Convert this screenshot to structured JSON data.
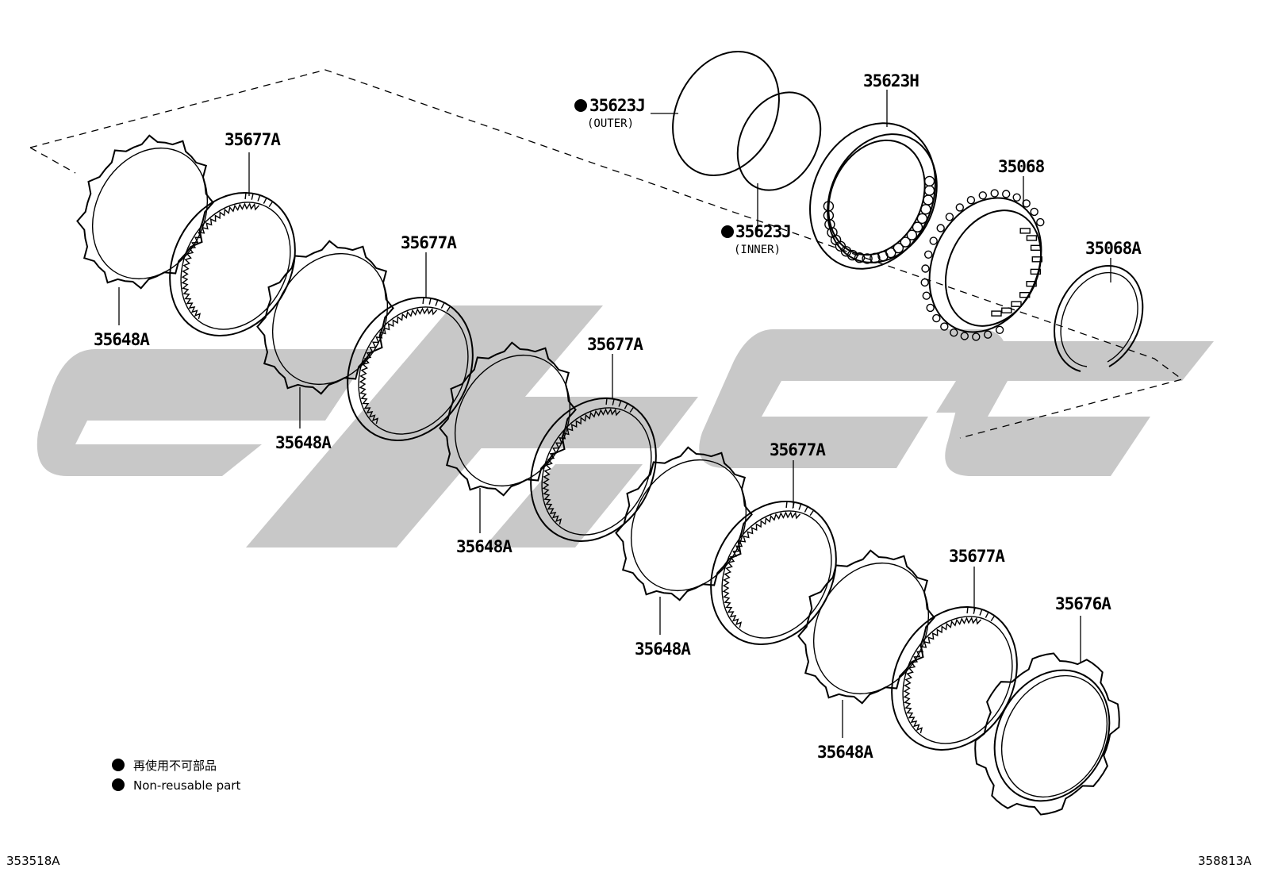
{
  "diagram": {
    "part_labels": [
      {
        "id": "35677A_1",
        "text": "35677A"
      },
      {
        "id": "35648A_1",
        "text": "35648A"
      },
      {
        "id": "35677A_2",
        "text": "35677A"
      },
      {
        "id": "35648A_2",
        "text": "35648A"
      },
      {
        "id": "35677A_3",
        "text": "35677A"
      },
      {
        "id": "35648A_3",
        "text": "35648A"
      },
      {
        "id": "35677A_4",
        "text": "35677A"
      },
      {
        "id": "35648A_4",
        "text": "35648A"
      },
      {
        "id": "35677A_5",
        "text": "35677A"
      },
      {
        "id": "35648A_5",
        "text": "35648A"
      },
      {
        "id": "35676A",
        "text": "35676A"
      },
      {
        "id": "35623J_outer",
        "text": "35623J"
      },
      {
        "id": "35623J_inner",
        "text": "35623J"
      },
      {
        "id": "35623H",
        "text": "35623H"
      },
      {
        "id": "35068",
        "text": "35068"
      },
      {
        "id": "35068A",
        "text": "35068A"
      }
    ],
    "outer_note": "(OUTER)",
    "inner_note": "(INNER)",
    "legend": {
      "japanese": "再使用不可部品",
      "english": "Non-reusable part"
    },
    "footer_left": "353518A",
    "footer_right": "358813A",
    "colors": {
      "line": "#000000",
      "watermark": "#c8c8c8",
      "background": "#ffffff"
    }
  }
}
